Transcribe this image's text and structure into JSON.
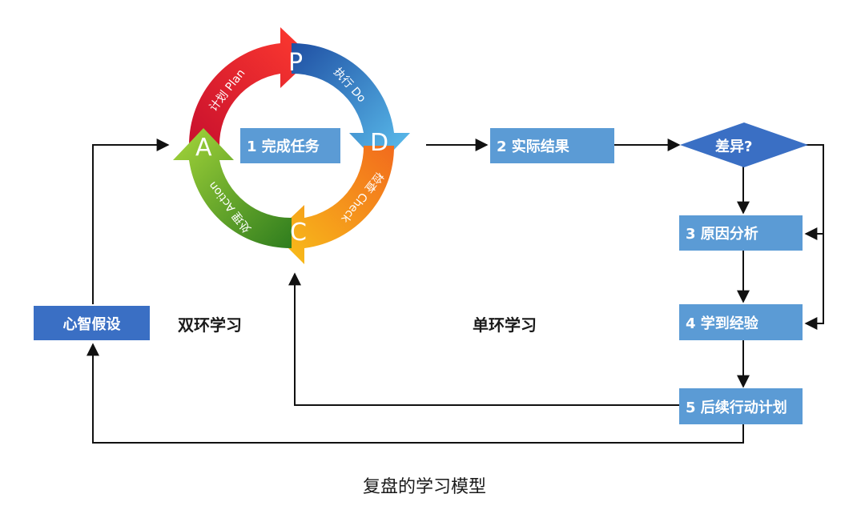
{
  "cycle": {
    "plan_letter": "P",
    "do_letter": "D",
    "check_letter": "C",
    "act_letter": "A",
    "plan_text": "计划 Plan",
    "do_text": "执行 Do",
    "check_text": "检查 Check",
    "act_text": "处理 Action",
    "colors": {
      "plan": "#e02424",
      "do": "#1e88e5",
      "check": "#f59e0b",
      "act": "#3aa832"
    }
  },
  "steps": {
    "complete_task": "1 完成任务",
    "actual_result": "2 实际结果",
    "difference": "差异?",
    "cause_analysis": "3 原因分析",
    "learn_experience": "4 学到经验",
    "follow_up_plan": "5 后续行动计划",
    "mental_model": "心智假设"
  },
  "labels": {
    "double_loop": "双环学习",
    "single_loop": "单环学习"
  },
  "caption": "复盘的学习模型",
  "colors": {
    "light_box": "#5b9bd5",
    "dark_box": "#3a6fc4",
    "line": "#111111"
  }
}
